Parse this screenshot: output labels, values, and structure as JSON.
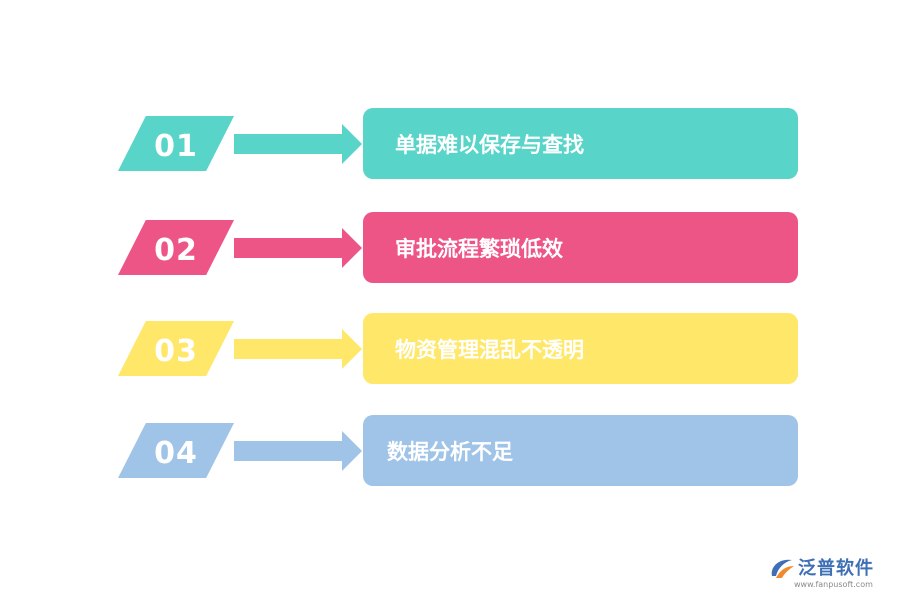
{
  "colors": {
    "teal": "#58d4c9",
    "pink": "#ee5587",
    "yellow": "#ffe76a",
    "blue": "#a0c4e8",
    "logo_blue": "#3f6fb5",
    "logo_orange": "#f08a2c"
  },
  "items": [
    {
      "number": "01",
      "text": "单据难以保存与查找",
      "color": "#58d4c9"
    },
    {
      "number": "02",
      "text": "审批流程繁琐低效",
      "color": "#ee5587"
    },
    {
      "number": "03",
      "text": "物资管理混乱不透明",
      "color": "#ffe76a"
    },
    {
      "number": "04",
      "text": "数据分析不足",
      "color": "#a0c4e8"
    }
  ],
  "logo": {
    "name": "泛普软件",
    "url": "www.fanpusoft.com"
  }
}
